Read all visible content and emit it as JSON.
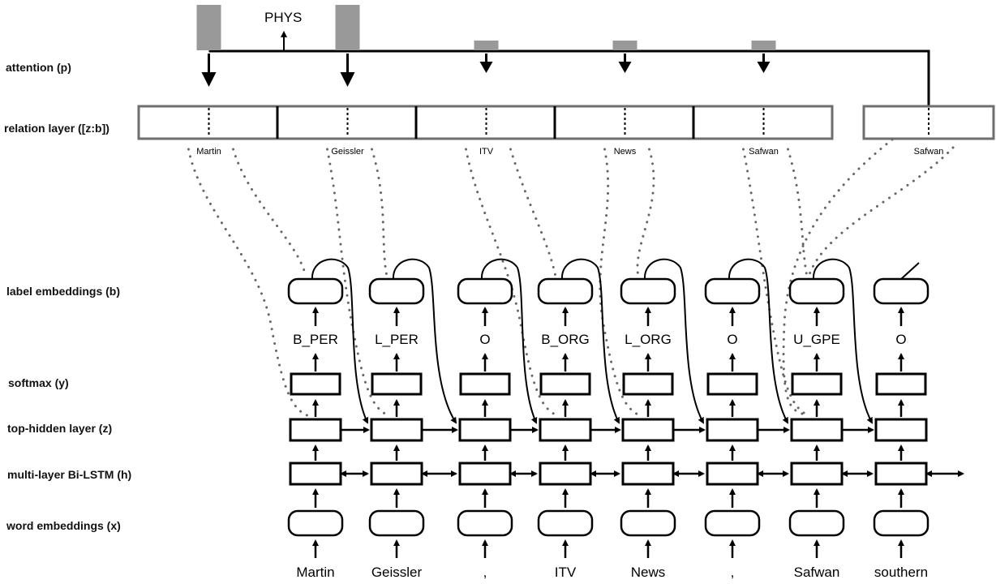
{
  "row_labels": {
    "attention": "attention (p)",
    "relation": "relation layer ([z:b])",
    "label_emb": "label embeddings (b)",
    "softmax": "softmax (y)",
    "top_hidden": "top-hidden layer (z)",
    "bilstm": "multi-layer Bi-LSTM (h)",
    "word_emb": "word embeddings (x)"
  },
  "relation_label": "PHYS",
  "tokens": [
    {
      "word": "Martin",
      "tag": "B_PER"
    },
    {
      "word": "Geissler",
      "tag": "L_PER"
    },
    {
      "word": ",",
      "tag": "O"
    },
    {
      "word": "ITV",
      "tag": "B_ORG"
    },
    {
      "word": "News",
      "tag": "L_ORG"
    },
    {
      "word": ",",
      "tag": "O"
    },
    {
      "word": "Safwan",
      "tag": "U_GPE"
    },
    {
      "word": "southern",
      "tag": "O"
    }
  ],
  "relation_cells": [
    {
      "label": "Martin",
      "attention": 0.9
    },
    {
      "label": "Geissler",
      "attention": 0.9
    },
    {
      "label": "ITV",
      "attention": 0.2
    },
    {
      "label": "News",
      "attention": 0.2
    },
    {
      "label": "Safwan",
      "attention": 0.2
    }
  ],
  "query_cell": {
    "label": "Safwan"
  },
  "colors": {
    "line": "#000000",
    "box_border_gray": "#6e6e6e",
    "attention_bar": "#999999",
    "dots": "#666666"
  }
}
